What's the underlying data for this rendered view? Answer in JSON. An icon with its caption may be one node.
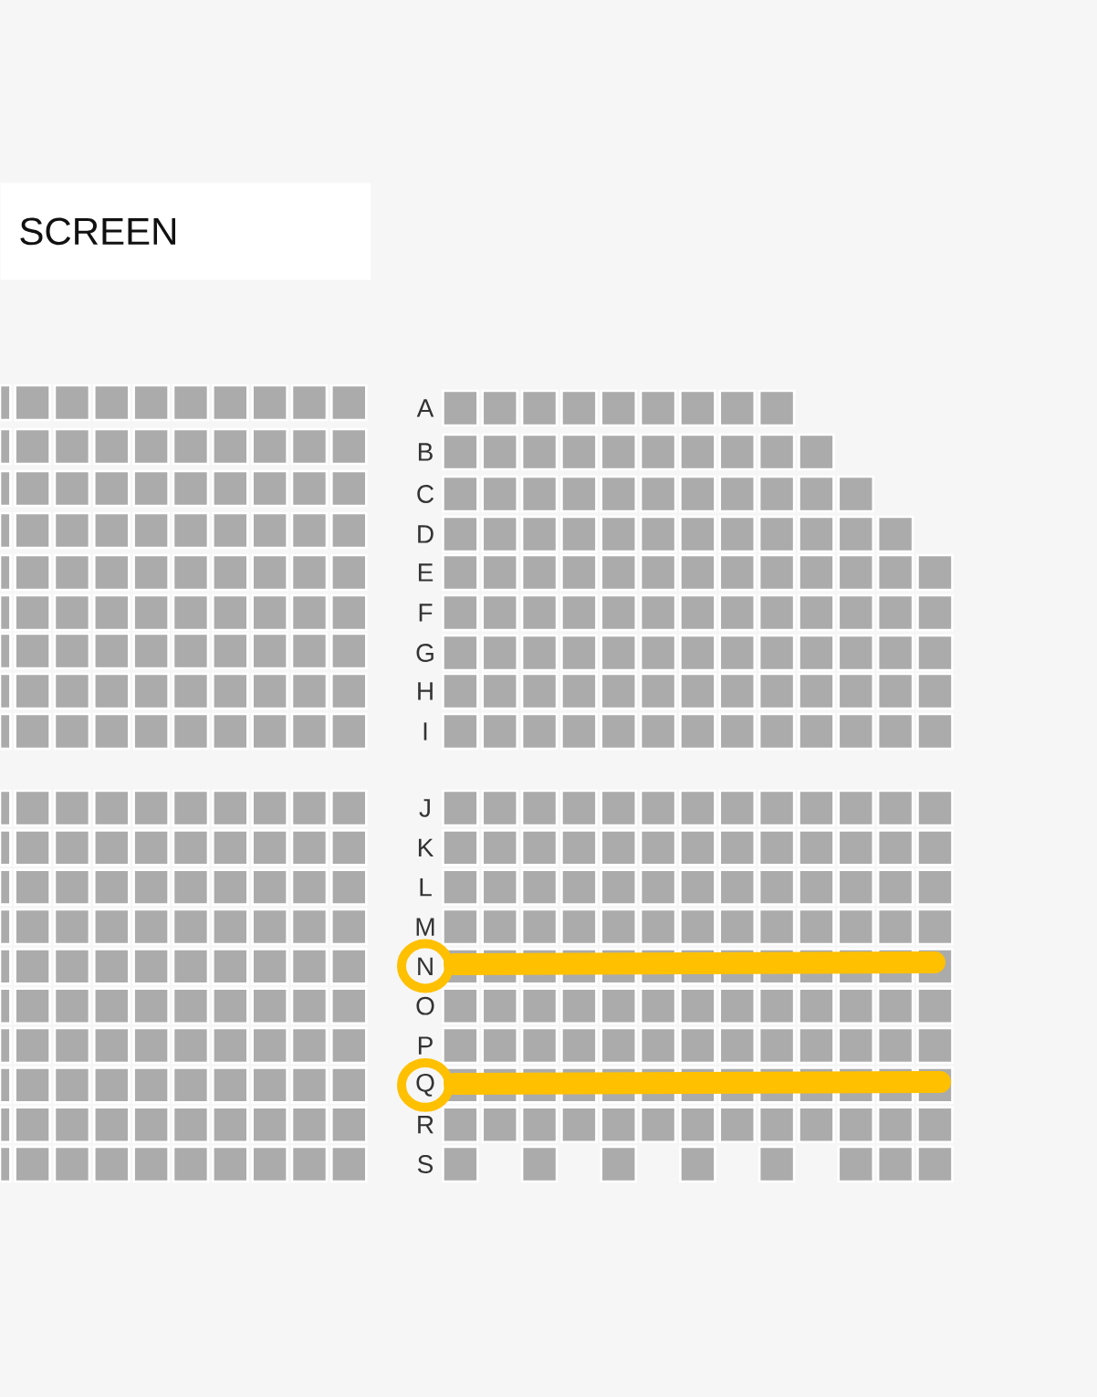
{
  "diagram": {
    "nodes": [
      {
        "text": [
          "SCREEN"
        ]
      }
    ],
    "labels": [
      "A",
      "B",
      "C",
      "D",
      "E",
      "F",
      "G",
      "H",
      "I",
      "J",
      "K",
      "L",
      "M",
      "N",
      "O",
      "P",
      "Q",
      "R",
      "S"
    ]
  }
}
